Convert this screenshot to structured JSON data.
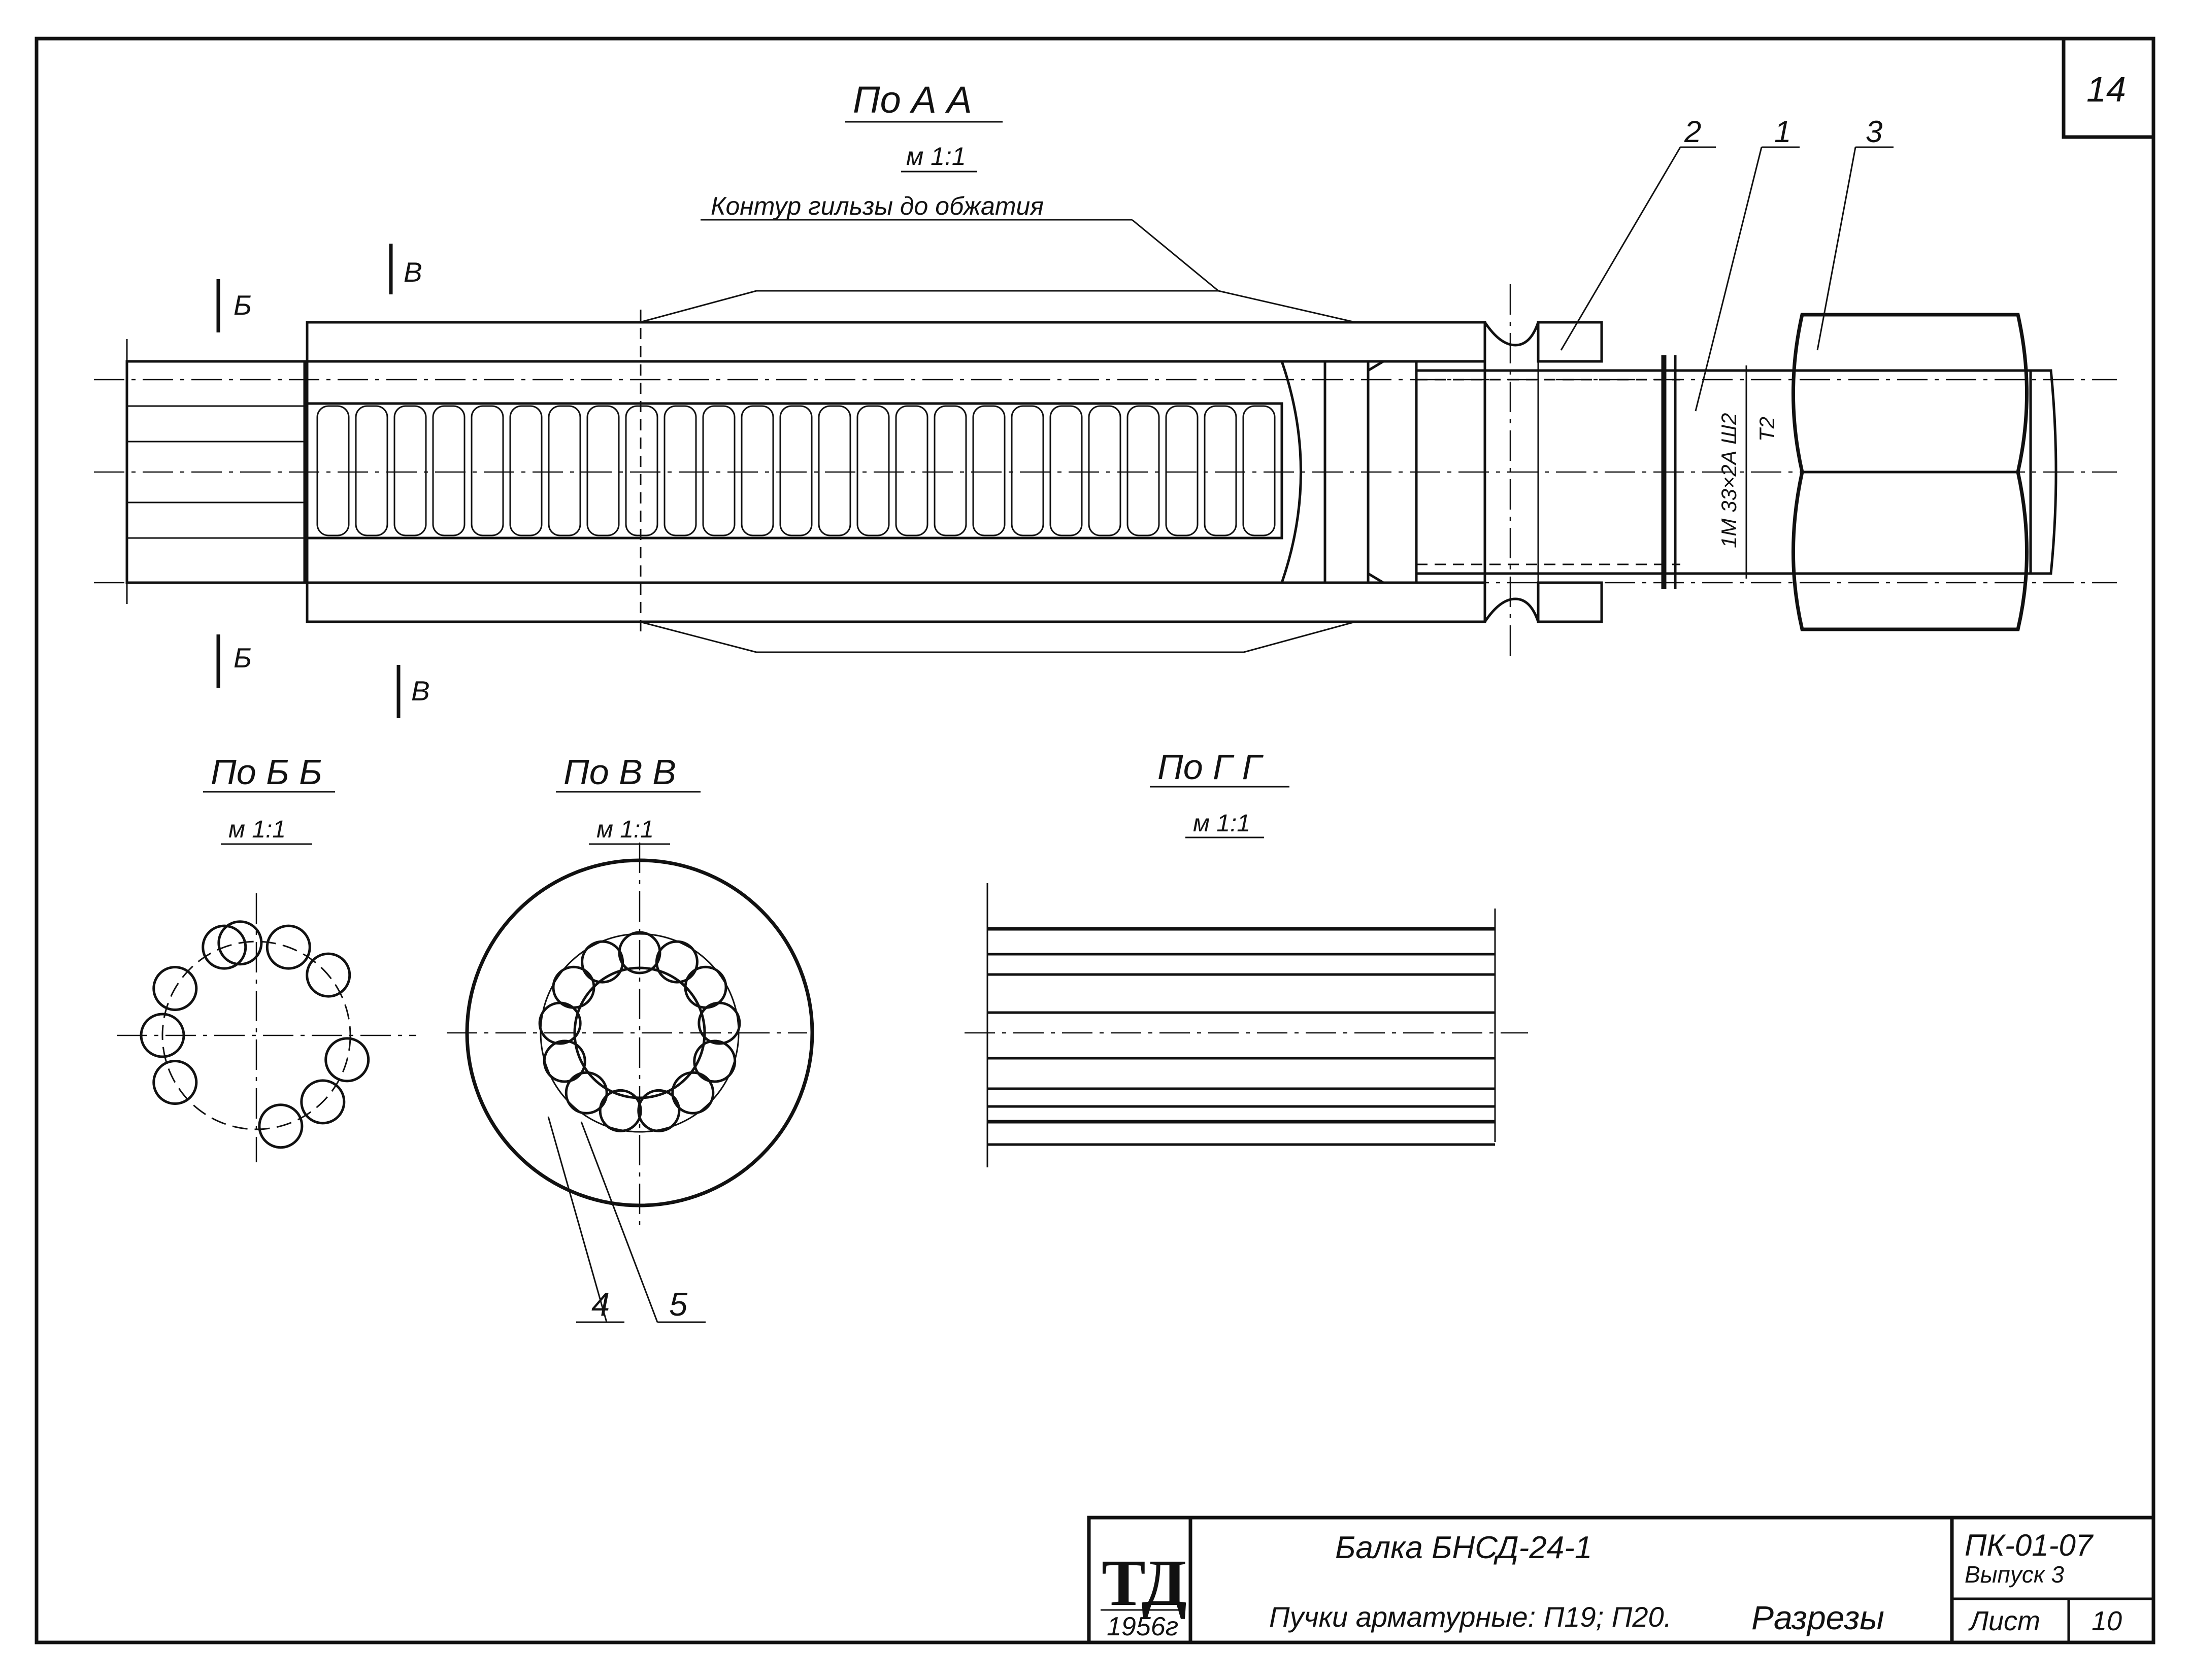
{
  "sheet_corner_number": "14",
  "view_aa": {
    "title": "По А А",
    "scale": "м 1:1"
  },
  "note_contour": "Контур гильзы до обжатия",
  "section_marks": {
    "b": "Б",
    "v": "В"
  },
  "callouts": [
    "2",
    "1",
    "3"
  ],
  "thread_label": {
    "line1": "1М 33×2А Ш2",
    "line2": "Т2"
  },
  "view_bb": {
    "title": "По Б Б",
    "scale": "м 1:1"
  },
  "view_vv": {
    "title": "По В В",
    "scale": "м 1:1"
  },
  "view_gg": {
    "title": "По Г Г",
    "scale": "м 1:1"
  },
  "bottom_callouts": [
    "4",
    "5"
  ],
  "title_block": {
    "logo": "ТД",
    "year": "1956г",
    "name": "Балка БНСД-24-1",
    "subtitle": "Пучки арматурные: П19; П20.",
    "sheet_type": "Разрезы",
    "code": "ПК-01-07",
    "issue": "Выпуск 3",
    "sheet_label": "Лист",
    "sheet_number": "10"
  }
}
